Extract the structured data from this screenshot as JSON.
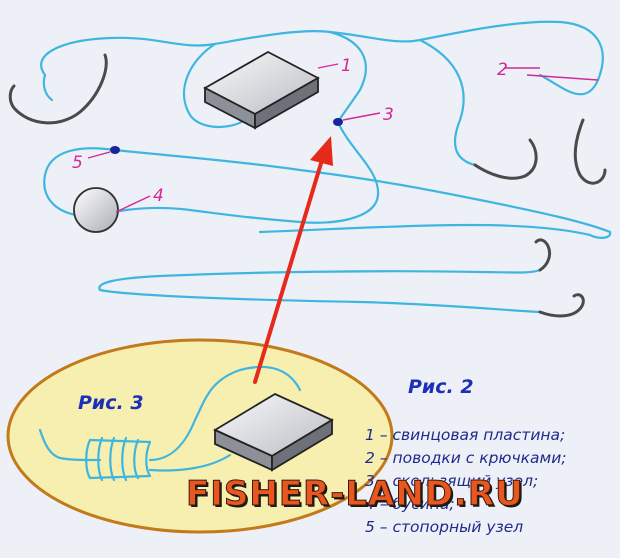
{
  "figure_main": {
    "title": "Рис. 2"
  },
  "figure_inset": {
    "title": "Рис. 3"
  },
  "callouts": {
    "c1": "1",
    "c2": "2",
    "c3": "3",
    "c4": "4",
    "c5": "5"
  },
  "legend": {
    "item1": "1 – свинцовая пластина;",
    "item2": "2 – поводки с крючками;",
    "item3": "3 – скользящий узел;",
    "item4": "4 – бусина;",
    "item5": "5 – стопорный узел"
  },
  "watermark": "FISHER-LAND.RU",
  "colors": {
    "line": "#3fb6e0",
    "hook": "#4a4a4a",
    "callout": "#d4279a",
    "arrow": "#e52a1c",
    "inset_fill": "#f6efb0",
    "inset_stroke": "#c27a1a",
    "title": "#1c2fb8",
    "watermark": "#e8571f"
  }
}
